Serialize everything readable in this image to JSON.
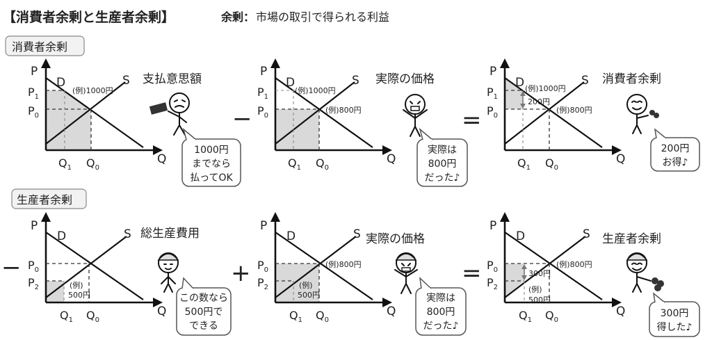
{
  "header": {
    "title": "【消費者余剰と生産者余剰】",
    "def_term": "余剰：",
    "def_text": "市場の取引で得られる利益"
  },
  "consumer": {
    "section_label": "消費者余剰",
    "op1": "−",
    "op2": "=",
    "panel1": {
      "title": "支払意思額",
      "price_note": "(例)1000円",
      "bubble": [
        "1000円",
        "までなら",
        "払ってOK"
      ]
    },
    "panel2": {
      "title": "実際の価格",
      "price_note1": "(例)1000円",
      "price_note0": "(例)800円",
      "bubble": [
        "実際は",
        "800円",
        "だった♪"
      ]
    },
    "panel3": {
      "title": "消費者余剰",
      "price_note1": "(例)1000円",
      "diff": "200円",
      "price_note0": "(例)800円",
      "bubble": [
        "200円",
        "お得♪"
      ]
    }
  },
  "producer": {
    "section_label": "生産者余剰",
    "op0": "−",
    "op1": "+",
    "op2": "=",
    "panel1": {
      "title": "総生産費用",
      "cost_note": [
        "(例)",
        "500円"
      ],
      "bubble": [
        "この数なら",
        "500円で",
        "できる"
      ]
    },
    "panel2": {
      "title": "実際の価格",
      "price_note0": "(例)800円",
      "cost_note": [
        "(例)",
        "500円"
      ],
      "bubble": [
        "実際は",
        "800円",
        "だった♪"
      ]
    },
    "panel3": {
      "title": "生産者余剰",
      "price_note0": "(例)800円",
      "diff": "300円",
      "cost_note": [
        "(例)",
        "500円"
      ],
      "bubble": [
        "300円",
        "得した♪"
      ]
    }
  },
  "axes": {
    "P": "P",
    "Q": "Q",
    "D": "D",
    "S": "S",
    "P0": "P",
    "P0_sub": "0",
    "P1": "P",
    "P1_sub": "1",
    "P2": "P",
    "P2_sub": "2",
    "Q0": "Q",
    "Q0_sub": "0",
    "Q1": "Q",
    "Q1_sub": "1"
  },
  "icons": {
    "wallet": "wallet-icon",
    "coins": "coins-icon"
  }
}
